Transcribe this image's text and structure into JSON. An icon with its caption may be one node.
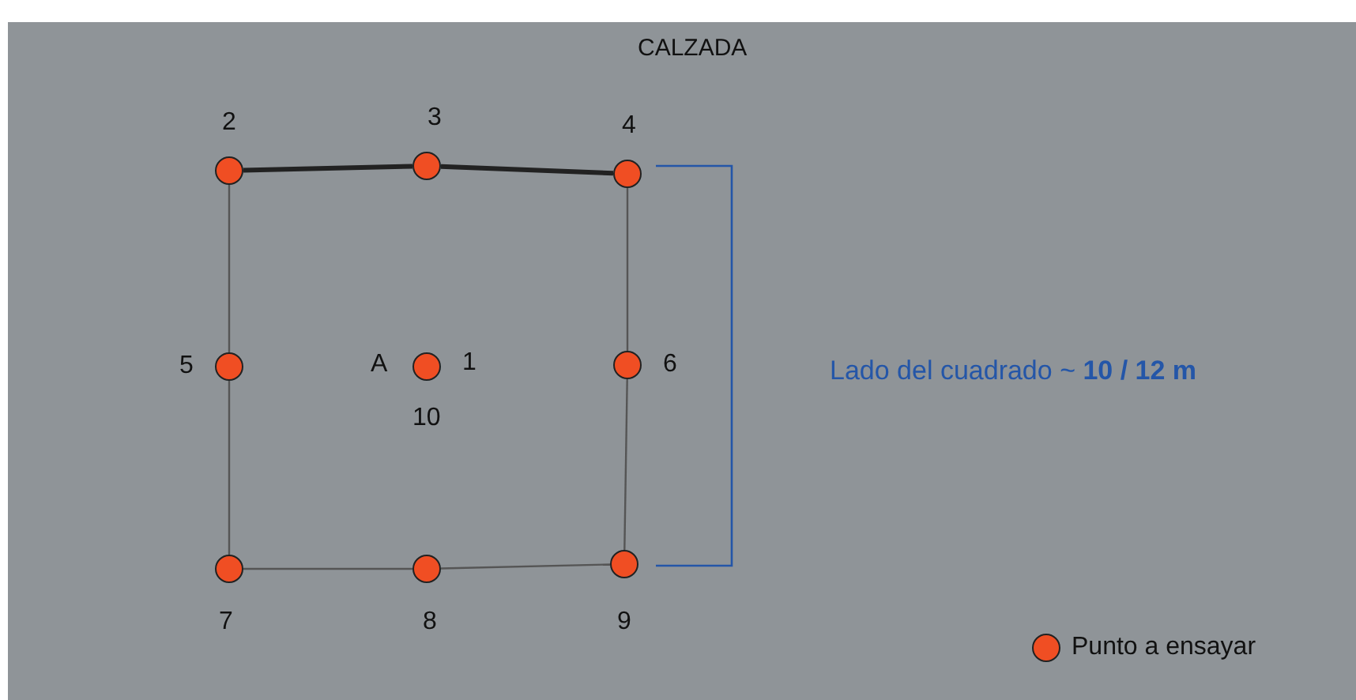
{
  "diagram": {
    "nodes": [
      {
        "text": [],
        "shape": "circle",
        "beside": [
          "2"
        ]
      },
      {
        "text": [],
        "shape": "circle",
        "beside": [
          "3"
        ]
      },
      {
        "text": [],
        "shape": "circle",
        "beside": [
          "4"
        ]
      },
      {
        "text": [],
        "shape": "circle",
        "beside": [
          "5"
        ]
      },
      {
        "text": [],
        "shape": "circle",
        "beside": [
          "A",
          "1",
          "10"
        ]
      },
      {
        "text": [],
        "shape": "circle",
        "beside": [
          "6"
        ]
      },
      {
        "text": [],
        "shape": "circle",
        "beside": [
          "7"
        ]
      },
      {
        "text": [],
        "shape": "circle",
        "beside": [
          "8"
        ]
      },
      {
        "text": [],
        "shape": "circle",
        "beside": [
          "9"
        ]
      }
    ],
    "edges": [
      {
        "from": 0,
        "to": 1,
        "arrow": "none",
        "style": "thick"
      },
      {
        "from": 1,
        "to": 2,
        "arrow": "none",
        "style": "thick"
      },
      {
        "from": 0,
        "to": 3,
        "arrow": "none"
      },
      {
        "from": 3,
        "to": 6,
        "arrow": "none"
      },
      {
        "from": 2,
        "to": 5,
        "arrow": "none"
      },
      {
        "from": 5,
        "to": 8,
        "arrow": "none"
      },
      {
        "from": 6,
        "to": 7,
        "arrow": "none"
      },
      {
        "from": 7,
        "to": 8,
        "arrow": "none"
      }
    ],
    "labels": [
      "CALZADA",
      "Lado del cuadrado ~ **10 / 12 m**"
    ],
    "legend": [
      {
        "text": "Punto a ensayar"
      }
    ]
  }
}
